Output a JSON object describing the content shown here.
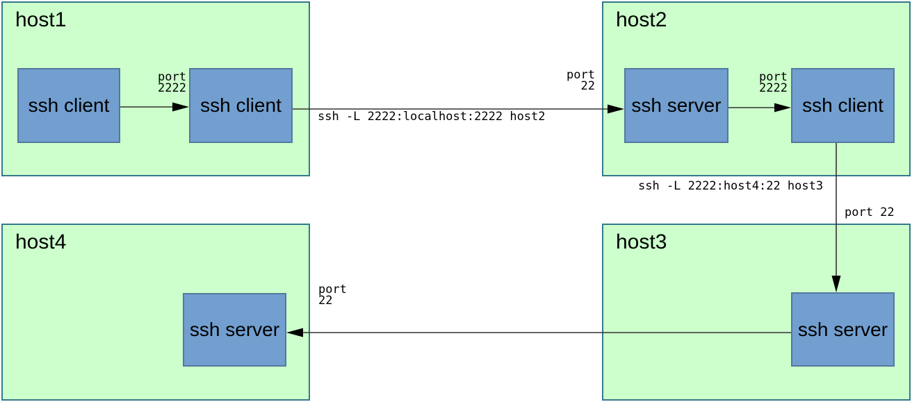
{
  "diagram": {
    "colors": {
      "host_fill": "#ccffcc",
      "host_border": "#35788c",
      "node_fill": "#729fcf",
      "node_border": "#54789e",
      "arrow": "#000000",
      "text": "#000000",
      "background": "#ffffff"
    },
    "hosts": [
      {
        "title": "host1"
      },
      {
        "title": "host2"
      },
      {
        "title": "host3"
      },
      {
        "title": "host4"
      }
    ],
    "nodes": [
      {
        "host": "host1",
        "label": "ssh client"
      },
      {
        "host": "host1",
        "label": "ssh client"
      },
      {
        "host": "host2",
        "label": "ssh server"
      },
      {
        "host": "host2",
        "label": "ssh client"
      },
      {
        "host": "host3",
        "label": "ssh server"
      },
      {
        "host": "host4",
        "label": "ssh server"
      }
    ],
    "edge_labels": {
      "host1_internal_port": "port\n2222",
      "host1_to_host2_port": "port\n22",
      "host1_to_host2_command": "ssh -L 2222:localhost:2222 host2",
      "host2_internal_port": "port\n2222",
      "host2_to_host3_command": "ssh -L 2222:host4:22 host3",
      "host2_to_host3_port": "port 22",
      "host3_to_host4_port": "port\n22"
    }
  }
}
